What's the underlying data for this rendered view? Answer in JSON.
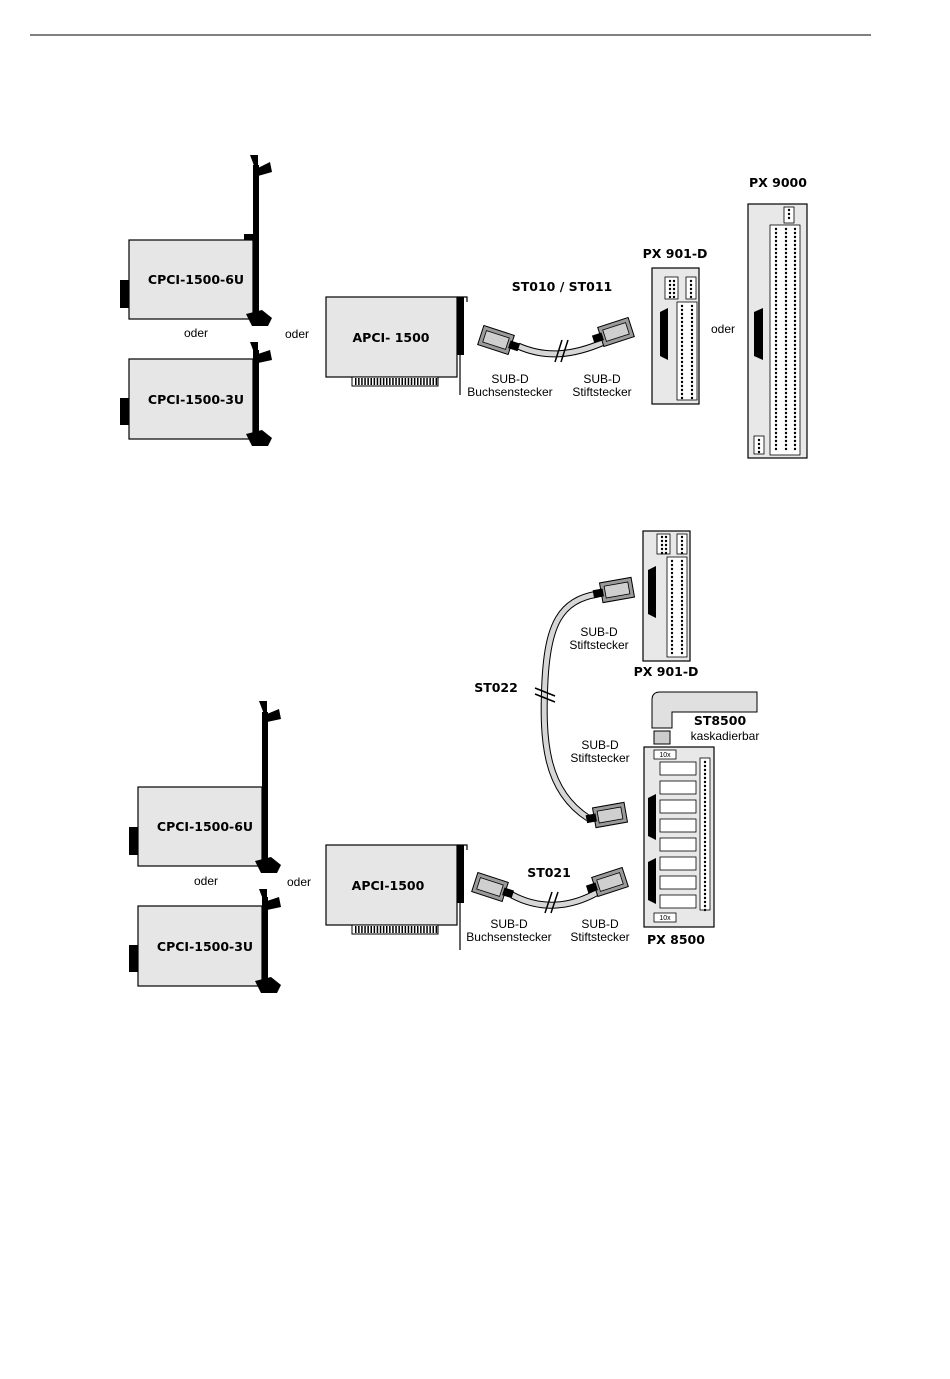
{
  "top": {
    "cpci_6u": "CPCI-1500-6U",
    "cpci_3u": "CPCI-1500-3U",
    "oder_cards": "oder",
    "oder_mid": "oder",
    "apci": "APCI- 1500",
    "cable": "ST010 / ST011",
    "sub_d_1": "SUB-D",
    "buchsen": "Buchsenstecker",
    "sub_d_2": "SUB-D",
    "stift": "Stiftstecker",
    "px901": "PX 901-D",
    "oder_px": "oder",
    "px9000": "PX 9000"
  },
  "bottom": {
    "cpci_6u": "CPCI-1500-6U",
    "cpci_3u": "CPCI-1500-3U",
    "oder_cards": "oder",
    "oder_mid": "oder",
    "apci": "APCI-1500",
    "st021": "ST021",
    "st022": "ST022",
    "sub_d_b1": "SUB-D",
    "buchsen": "Buchsenstecker",
    "sub_d_b2": "SUB-D",
    "stift_b": "Stiftstecker",
    "sub_d_top": "SUB-D",
    "stift_top": "Stiftstecker",
    "sub_d_mid": "SUB-D",
    "stift_mid": "Stiftstecker",
    "px901": "PX 901-D",
    "st8500": "ST8500",
    "kaskadierbar": "kaskadierbar",
    "ten_x_top": "10x",
    "ten_x_bottom": "10x",
    "px8500": "PX 8500"
  }
}
